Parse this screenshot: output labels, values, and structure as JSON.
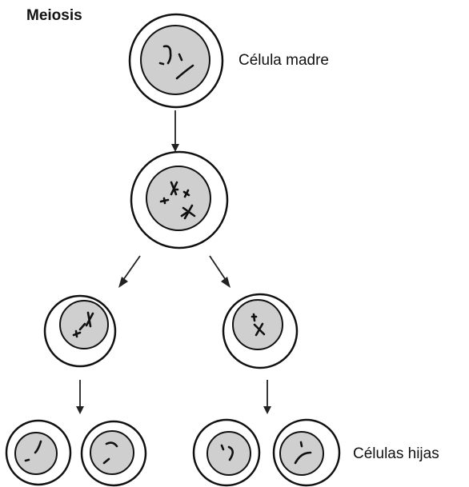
{
  "diagram": {
    "title": "Meiosis",
    "labels": {
      "parent_cell": "Célula madre",
      "daughter_cells": "Células hijas"
    }
  }
}
